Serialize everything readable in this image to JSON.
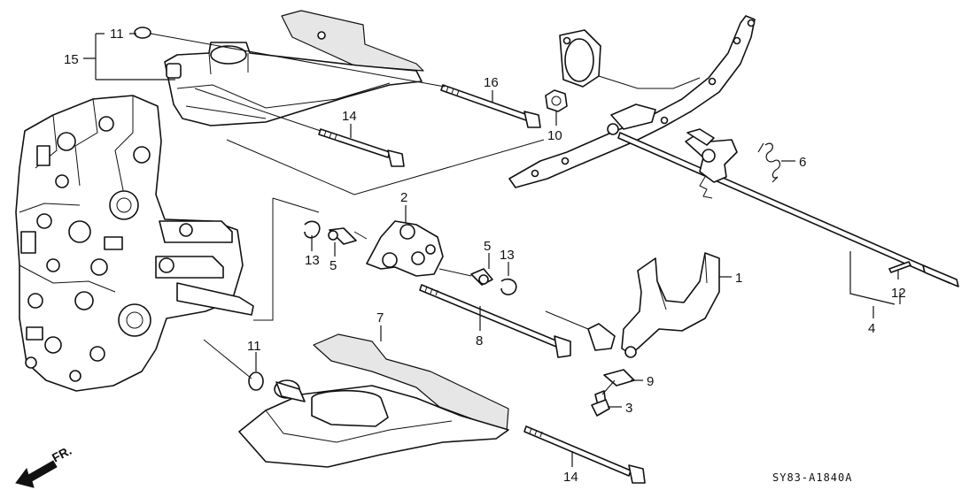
{
  "diagram_code": "SY83-A1840A",
  "direction_label": "FR.",
  "callouts": {
    "c1": "1",
    "c2": "2",
    "c3": "3",
    "c4": "4",
    "c5a": "5",
    "c5b": "5",
    "c6": "6",
    "c7": "7",
    "c8": "8",
    "c9": "9",
    "c10": "10",
    "c11a": "11",
    "c11b": "11",
    "c12": "12",
    "c13a": "13",
    "c13b": "13",
    "c14a": "14",
    "c14b": "14",
    "c15": "15",
    "c16": "16"
  }
}
